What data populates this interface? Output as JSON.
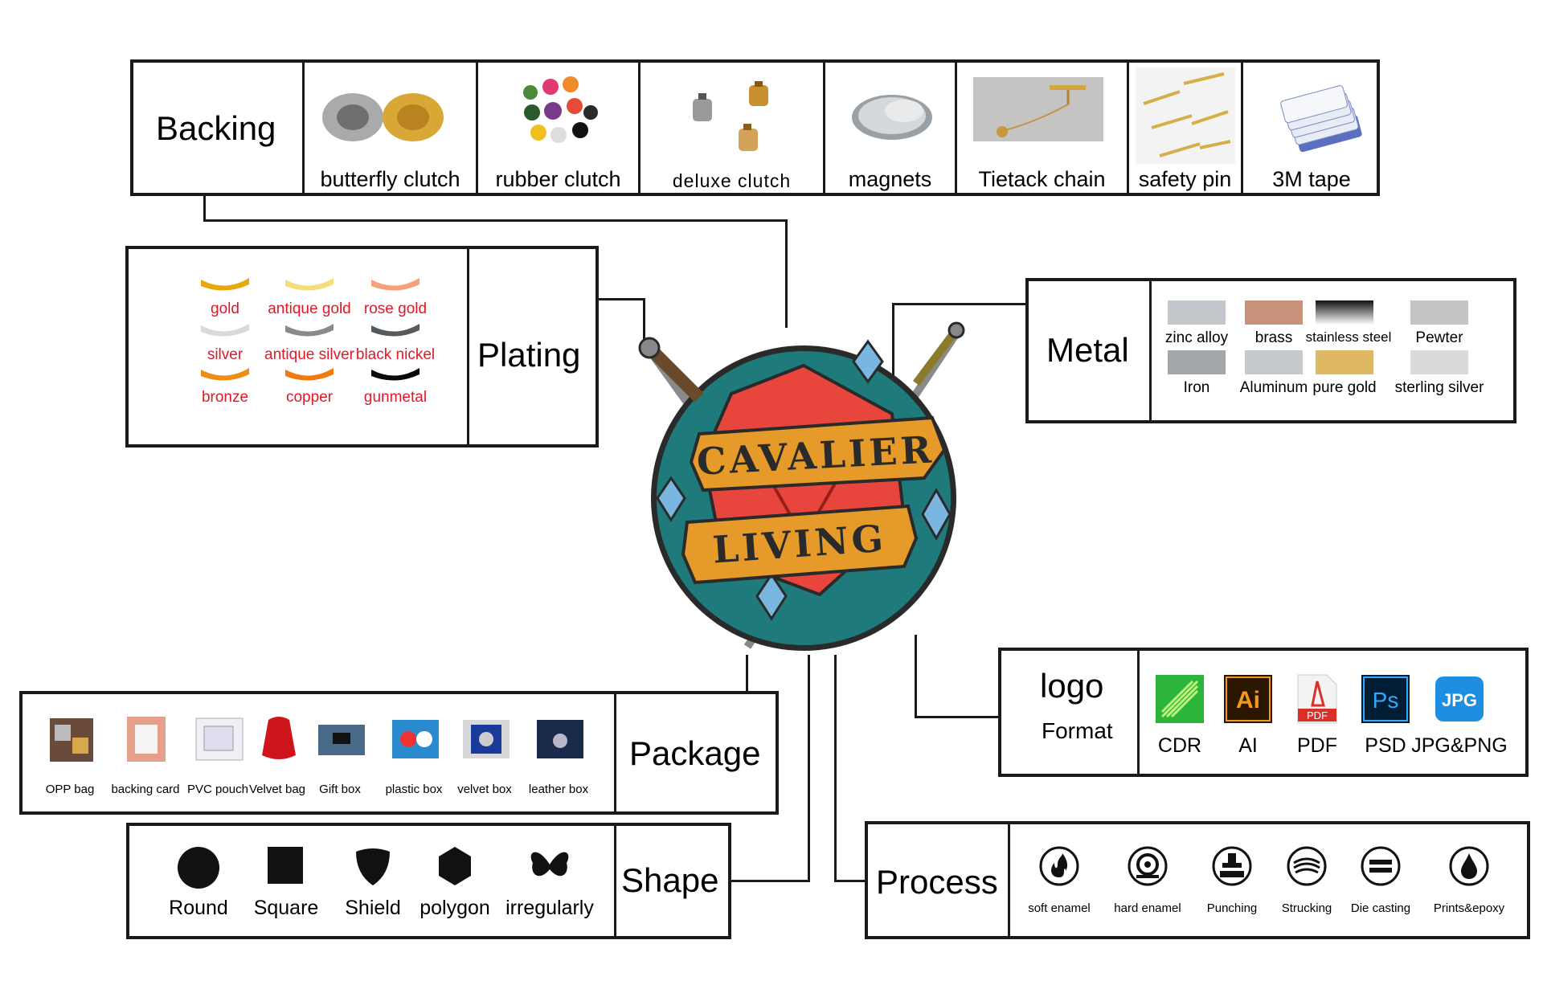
{
  "backing": {
    "title": "Backing",
    "items": [
      {
        "label": "butterfly clutch",
        "icon": "butterfly-clutch-photo"
      },
      {
        "label": "rubber clutch",
        "icon": "rubber-clutch-photo"
      },
      {
        "label": "deluxe clutch",
        "icon": "deluxe-clutch-photo"
      },
      {
        "label": "magnets",
        "icon": "magnets-photo"
      },
      {
        "label": "Tietack chain",
        "icon": "tietack-chain-photo"
      },
      {
        "label": "safety pin",
        "icon": "safety-pin-photo"
      },
      {
        "label": "3M tape",
        "icon": "3m-tape-photo"
      }
    ]
  },
  "plating": {
    "title": "Plating",
    "items": [
      {
        "label": "gold",
        "color": "#e8a80c"
      },
      {
        "label": "antique gold",
        "color": "#f5dc7c"
      },
      {
        "label": "rose gold",
        "color": "#f5a07a"
      },
      {
        "label": "silver",
        "color": "#d9d9d9"
      },
      {
        "label": "antique silver",
        "color": "#8a8a8a"
      },
      {
        "label": "black nickel",
        "color": "#555a5f"
      },
      {
        "label": "bronze",
        "color": "#f08c12"
      },
      {
        "label": "copper",
        "color": "#f07a10"
      },
      {
        "label": "gunmetal",
        "color": "#0a0a0a"
      }
    ]
  },
  "metal": {
    "title": "Metal",
    "items": [
      {
        "label": "zinc alloy",
        "color": "#c4c8cc"
      },
      {
        "label": "brass",
        "color": "#c9917a"
      },
      {
        "label": "stainless steel",
        "color": "#444444"
      },
      {
        "label": "Pewter",
        "color": "#c2c4c6"
      },
      {
        "label": "Iron",
        "color": "#a3a7aa"
      },
      {
        "label": "Aluminum",
        "color": "#c7cacd"
      },
      {
        "label": "pure gold",
        "color": "#dfb863"
      },
      {
        "label": "sterling silver",
        "color": "#d8dadb"
      }
    ]
  },
  "logo": {
    "title_line1": "logo",
    "title_line2": "Format",
    "items": [
      {
        "label": "CDR",
        "icon": "coreldraw-icon"
      },
      {
        "label": "AI",
        "icon": "illustrator-icon",
        "glyph": "Ai"
      },
      {
        "label": "PDF",
        "icon": "pdf-icon",
        "glyph": "PDF"
      },
      {
        "label": "PSD",
        "icon": "photoshop-icon",
        "glyph": "Ps"
      },
      {
        "label": "JPG&PNG",
        "icon": "jpg-icon",
        "glyph": "JPG"
      }
    ]
  },
  "package": {
    "title": "Package",
    "items": [
      {
        "label": "OPP bag",
        "icon": "opp-bag-photo"
      },
      {
        "label": "backing card",
        "icon": "backing-card-photo"
      },
      {
        "label": "PVC pouch",
        "icon": "pvc-pouch-photo"
      },
      {
        "label": "Velvet bag",
        "icon": "velvet-bag-photo"
      },
      {
        "label": "Gift box",
        "icon": "gift-box-photo"
      },
      {
        "label": "plastic box",
        "icon": "plastic-box-photo"
      },
      {
        "label": "velvet box",
        "icon": "velvet-box-photo"
      },
      {
        "label": "leather box",
        "icon": "leather-box-photo"
      }
    ]
  },
  "shape": {
    "title": "Shape",
    "items": [
      {
        "label": "Round",
        "icon": "circle-icon"
      },
      {
        "label": "Square",
        "icon": "square-icon"
      },
      {
        "label": "Shield",
        "icon": "shield-icon"
      },
      {
        "label": "polygon",
        "icon": "hexagon-icon"
      },
      {
        "label": "irregularly",
        "icon": "butterfly-icon"
      }
    ]
  },
  "process": {
    "title": "Process",
    "items": [
      {
        "label": "soft enamel",
        "icon": "flame-icon"
      },
      {
        "label": "hard enamel",
        "icon": "grinder-icon"
      },
      {
        "label": "Punching",
        "icon": "press-icon"
      },
      {
        "label": "Strucking",
        "icon": "stamping-icon"
      },
      {
        "label": "Die casting",
        "icon": "die-casting-icon"
      },
      {
        "label": "Prints&epoxy",
        "icon": "drop-icon"
      }
    ]
  },
  "pin": {
    "line1": "CAVALIER",
    "line2": "LIVING",
    "colors": {
      "teal": "#1f7a7c",
      "red": "#e8453c",
      "banner": "#e59a2a",
      "diamond": "#7ab7e0"
    }
  }
}
